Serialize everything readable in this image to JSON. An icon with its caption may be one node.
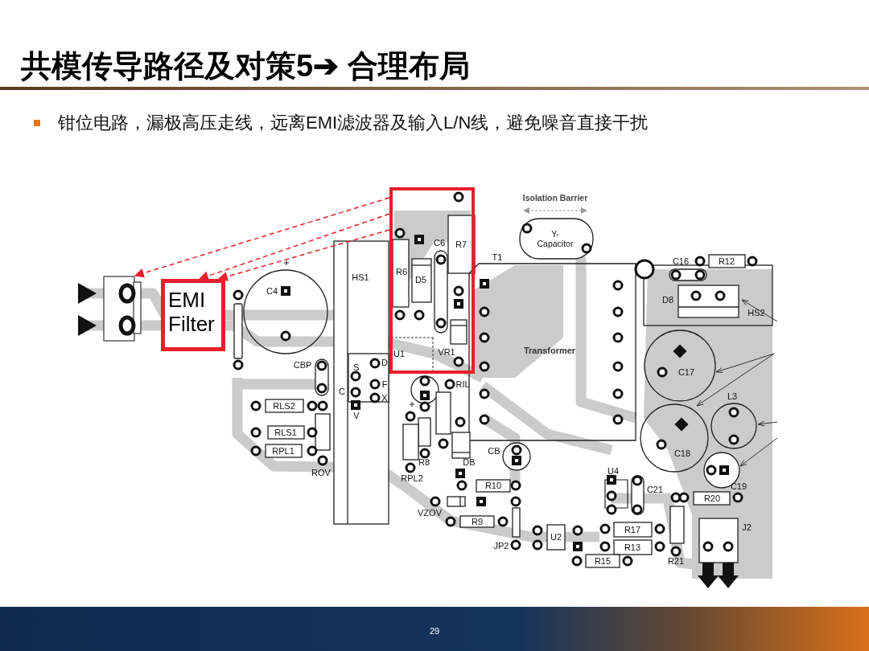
{
  "diagram": {
    "title": "共模传导路径及对策5➔ 合理布局",
    "nodes": [
      {
        "text": [
          "EMI Filter"
        ]
      },
      {
        "text": [],
        "shape": "box"
      },
      {
        "text": [],
        "shape": "picture"
      }
    ],
    "edges": [
      {
        "from": 1,
        "to": 2,
        "arrow": "to",
        "style": "dashed",
        "color": "#e8202a"
      },
      {
        "from": 1,
        "to": 0,
        "arrow": "to",
        "style": "dashed",
        "color": "#e8202a"
      },
      {
        "from": 1,
        "to": 0,
        "arrow": "to",
        "style": "dashed",
        "color": "#e8202a"
      }
    ],
    "labels": [
      "钳位电路，漏极高压走线，远离EMI滤波器及输入L/N线，避免噪音直接干扰",
      "Isolation Barrier",
      "Y- Capacitor",
      "C6",
      "R7",
      "T1",
      "R6",
      "D5",
      "C16",
      "R12",
      "HS1",
      "C4",
      "D8",
      "HS2",
      "U1",
      "VR1",
      "Transformer",
      "CBP",
      "S",
      "D",
      "C17",
      "F",
      "RIL",
      "C",
      "X",
      "L3",
      "RLS2",
      "V",
      "RLS1",
      "RPL1",
      "R8",
      "DB",
      "CB",
      "C18",
      "ROV",
      "U4",
      "RPL2",
      "R10",
      "C19",
      "C21",
      "R20",
      "VZOV",
      "R9",
      "U2",
      "R17",
      "J2",
      "JP2",
      "R13",
      "R15",
      "R21",
      "29"
    ]
  }
}
